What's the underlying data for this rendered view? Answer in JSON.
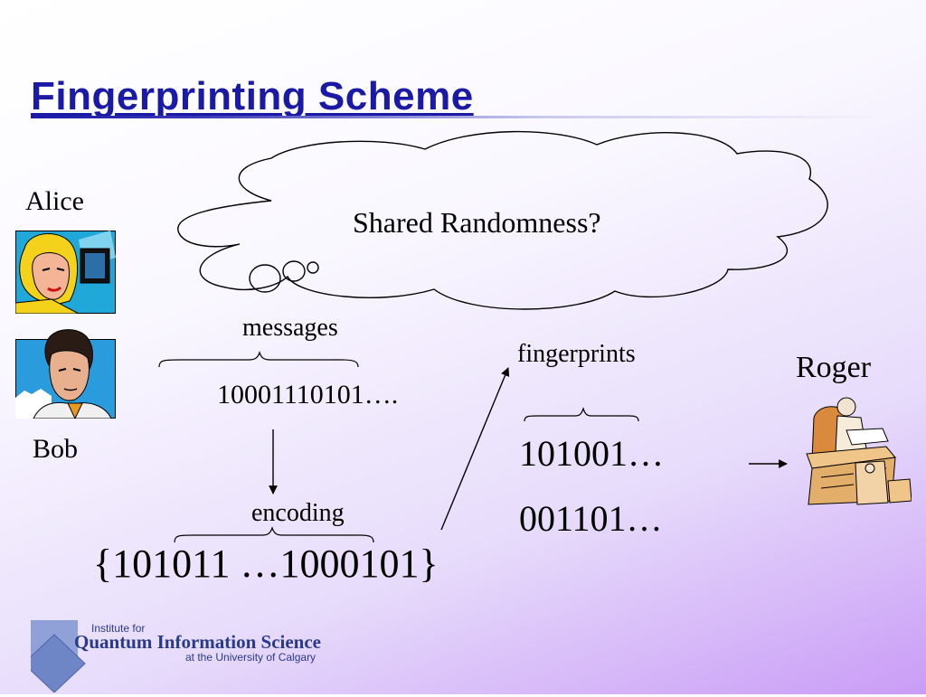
{
  "slide": {
    "title": "Fingerprinting Scheme",
    "cloud_text": "Shared Randomness?",
    "alice_label": "Alice",
    "bob_label": "Bob",
    "roger_label": "Roger",
    "messages_label": "messages",
    "message_bits": "10001110101….",
    "encoding_label": "encoding",
    "encoded_set": "{101011 …1000101}",
    "fingerprints_label": "fingerprints",
    "fingerprint_1": "101001…",
    "fingerprint_2": "001101…"
  },
  "logo": {
    "line1": "Institute for",
    "line2": "Quantum Information Science",
    "line3": "at the University of Calgary"
  },
  "colors": {
    "title": "#1a1aa6",
    "logo_text": "#2a3a8a",
    "logo_diamond": "#6f86c6"
  }
}
